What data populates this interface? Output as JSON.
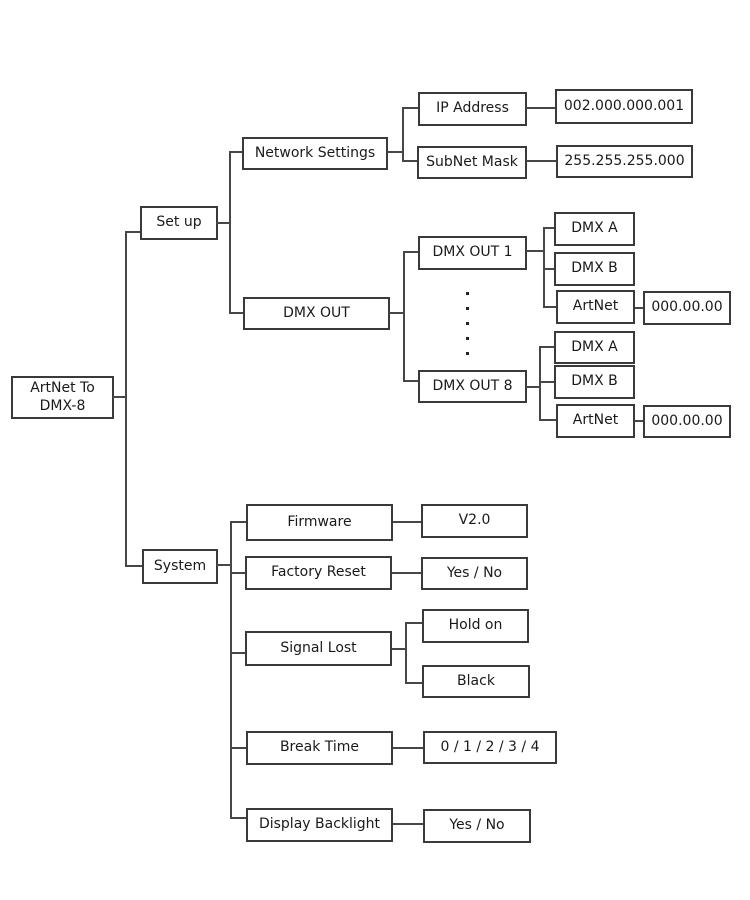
{
  "tree": {
    "root": {
      "line1": "ArtNet To",
      "line2": "DMX-8"
    },
    "setup": {
      "label": "Set up",
      "network_settings": {
        "label": "Network Settings",
        "ip_address": {
          "label": "IP Address",
          "value": "002.000.000.001"
        },
        "subnet_mask": {
          "label": "SubNet Mask",
          "value": "255.255.255.000"
        }
      },
      "dmx_out": {
        "label": "DMX OUT",
        "ellipsis_dots": 5,
        "out1": {
          "label": "DMX OUT 1",
          "dmx_a": "DMX A",
          "dmx_b": "DMX B",
          "artnet": "ArtNet",
          "artnet_value": "000.00.00"
        },
        "out8": {
          "label": "DMX OUT 8",
          "dmx_a": "DMX A",
          "dmx_b": "DMX B",
          "artnet": "ArtNet",
          "artnet_value": "000.00.00"
        }
      }
    },
    "system": {
      "label": "System",
      "firmware": {
        "label": "Firmware",
        "value": "V2.0"
      },
      "factory_reset": {
        "label": "Factory Reset",
        "value": "Yes / No"
      },
      "signal_lost": {
        "label": "Signal Lost",
        "option_hold": "Hold on",
        "option_black": "Black"
      },
      "break_time": {
        "label": "Break Time",
        "value": "0 / 1 / 2 / 3 / 4"
      },
      "display_backlight": {
        "label": "Display Backlight",
        "value": "Yes / No"
      }
    }
  },
  "colors": {
    "line": "#474747",
    "border": "#3a3a3a",
    "text": "#1a1a1a",
    "background": "#ffffff"
  }
}
